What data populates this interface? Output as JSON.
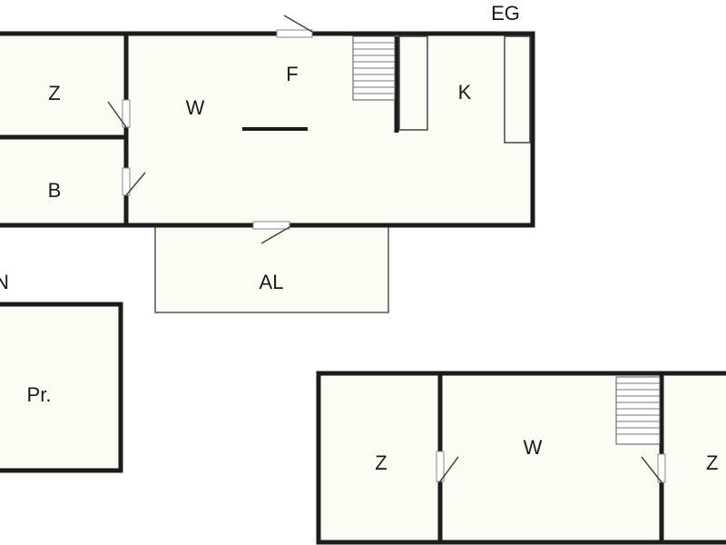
{
  "title": "EG",
  "compass_letter": "N",
  "colors": {
    "floor": "#fbfcf4",
    "wall": "#1c1c1c",
    "line": "#444444",
    "background": "#ffffff"
  },
  "ground_floor": {
    "rooms": {
      "z": "Z",
      "b": "B",
      "w": "W",
      "f": "F",
      "k": "K",
      "al": "AL"
    }
  },
  "outbuilding": {
    "label": "Pr."
  },
  "upper_floor": {
    "rooms": {
      "z_left": "Z",
      "w": "W",
      "z_right": "Z"
    }
  }
}
